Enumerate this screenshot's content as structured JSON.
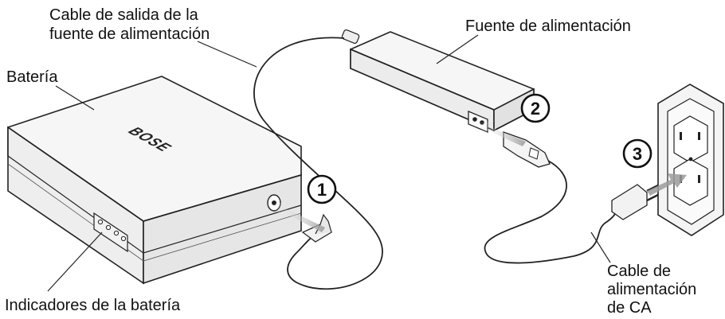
{
  "labels": {
    "output_cable": "Cable de salida de la",
    "output_cable_2": "fuente de alimentación",
    "power_supply": "Fuente de alimentación",
    "battery": "Batería",
    "ac_cable_1": "Cable de",
    "ac_cable_2": "alimentación",
    "ac_cable_3": "de CA",
    "indicators": "Indicadores de la batería"
  },
  "steps": [
    "1",
    "2",
    "3"
  ],
  "logo": "BOSE"
}
